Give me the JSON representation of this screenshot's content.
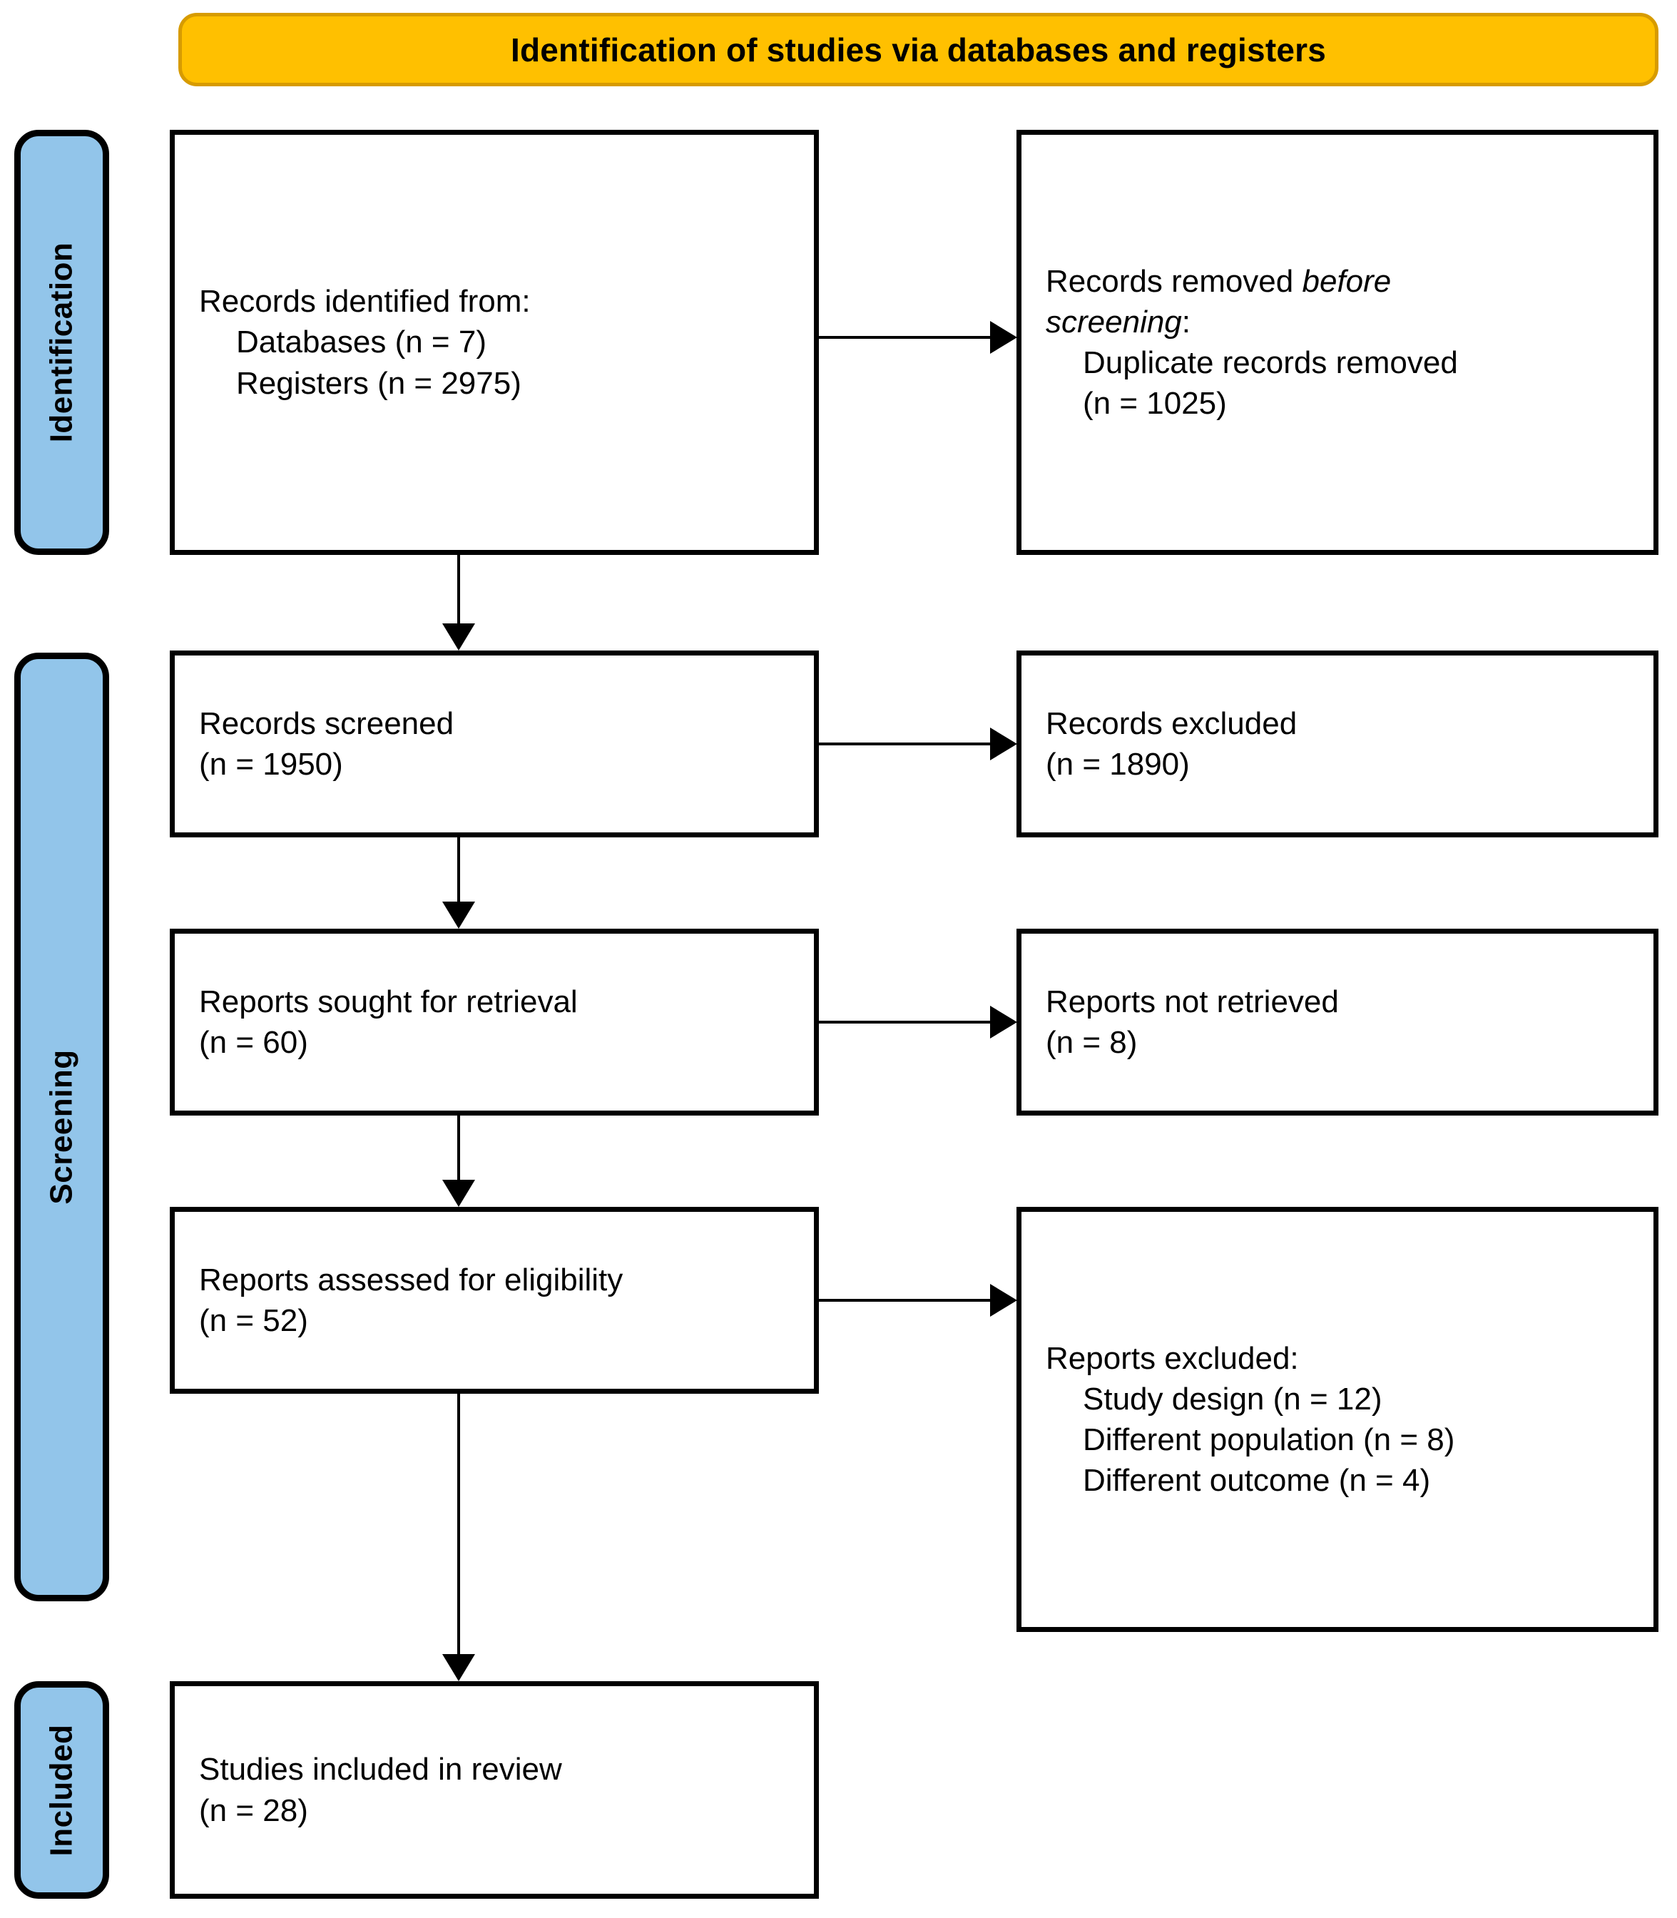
{
  "header": {
    "title": "Identification of studies via databases and registers",
    "fill_color": "#FFC000",
    "border_color": "#D79B00"
  },
  "stages": {
    "tab_fill_color": "#92C5EA",
    "tab_border_color": "#000000",
    "items": [
      {
        "label": "Identification"
      },
      {
        "label": "Screening"
      },
      {
        "label": "Included"
      }
    ]
  },
  "boxes": {
    "records_identified": {
      "lines": [
        "Records identified from:",
        "Databases (n = 7)",
        "Registers (n = 2975)"
      ]
    },
    "records_removed": {
      "line1_plain": "Records removed ",
      "line1_italic": "before",
      "line2_italic": "screening",
      "line2_plain": ":",
      "line3": "Duplicate records removed",
      "line4": "(n = 1025)"
    },
    "records_screened": {
      "lines": [
        "Records screened",
        "(n = 1950)"
      ]
    },
    "records_excluded": {
      "lines": [
        "Records excluded",
        "(n = 1890)"
      ]
    },
    "reports_sought": {
      "lines": [
        "Reports sought for retrieval",
        "(n = 60)"
      ]
    },
    "reports_not_retrieved": {
      "lines": [
        "Reports not retrieved",
        "(n = 8)"
      ]
    },
    "reports_assessed": {
      "lines": [
        "Reports assessed for eligibility",
        "(n = 52)"
      ]
    },
    "reports_excluded": {
      "heading": "Reports excluded:",
      "reasons": [
        "Study design (n = 12)",
        "Different population (n = 8)",
        "Different outcome (n = 4)"
      ]
    },
    "studies_included": {
      "lines": [
        "Studies included in review",
        "(n = 28)"
      ]
    }
  },
  "chart_data": {
    "type": "diagram",
    "title": "Identification of studies via databases and registers",
    "nodes": [
      {
        "id": "records_identified",
        "stage": "Identification",
        "label": "Records identified from:",
        "databases_n": 7,
        "registers_n": 2975
      },
      {
        "id": "records_removed",
        "stage": "Identification",
        "label": "Records removed before screening: Duplicate records removed",
        "n": 1025
      },
      {
        "id": "records_screened",
        "stage": "Screening",
        "label": "Records screened",
        "n": 1950
      },
      {
        "id": "records_excluded",
        "stage": "Screening",
        "label": "Records excluded",
        "n": 1890
      },
      {
        "id": "reports_sought",
        "stage": "Screening",
        "label": "Reports sought for retrieval",
        "n": 60
      },
      {
        "id": "reports_not_retrieved",
        "stage": "Screening",
        "label": "Reports not retrieved",
        "n": 8
      },
      {
        "id": "reports_assessed",
        "stage": "Screening",
        "label": "Reports assessed for eligibility",
        "n": 52
      },
      {
        "id": "reports_excluded",
        "stage": "Screening",
        "label": "Reports excluded",
        "study_design_n": 12,
        "different_population_n": 8,
        "different_outcome_n": 4
      },
      {
        "id": "studies_included",
        "stage": "Included",
        "label": "Studies included in review",
        "n": 28
      }
    ],
    "edges": [
      {
        "from": "records_identified",
        "to": "records_removed",
        "direction": "right"
      },
      {
        "from": "records_identified",
        "to": "records_screened",
        "direction": "down"
      },
      {
        "from": "records_screened",
        "to": "records_excluded",
        "direction": "right"
      },
      {
        "from": "records_screened",
        "to": "reports_sought",
        "direction": "down"
      },
      {
        "from": "reports_sought",
        "to": "reports_not_retrieved",
        "direction": "right"
      },
      {
        "from": "reports_sought",
        "to": "reports_assessed",
        "direction": "down"
      },
      {
        "from": "reports_assessed",
        "to": "reports_excluded",
        "direction": "right"
      },
      {
        "from": "reports_assessed",
        "to": "studies_included",
        "direction": "down"
      }
    ]
  }
}
